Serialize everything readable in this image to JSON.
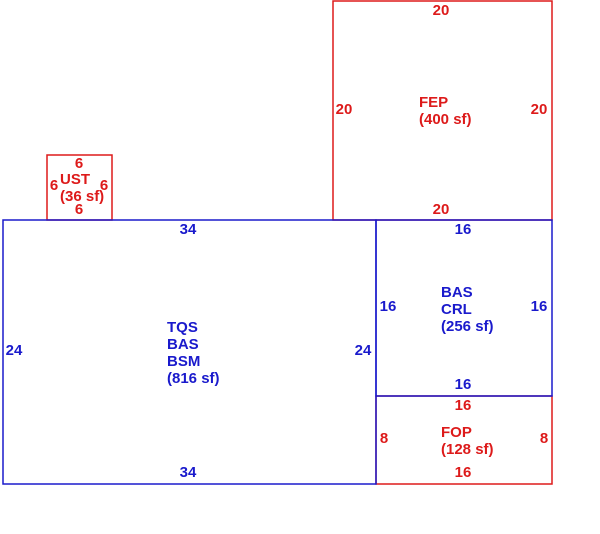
{
  "colors": {
    "blue": "#1a1acc",
    "red": "#dd1a1a"
  },
  "fep": {
    "top": "20",
    "left": "20",
    "right": "20",
    "bottom": "20",
    "name": "FEP",
    "area": "(400 sf)"
  },
  "ust": {
    "top": "6",
    "left": "6",
    "right": "6",
    "bottom": "6",
    "name": "UST",
    "area": "(36 sf)"
  },
  "main": {
    "top": "34",
    "left": "24",
    "right": "24",
    "bottom": "34",
    "line1": "TQS",
    "line2": "BAS",
    "line3": "BSM",
    "area": "(816 sf)"
  },
  "crl": {
    "top": "16",
    "left": "16",
    "right": "16",
    "bottom": "16",
    "line1": "BAS",
    "line2": "CRL",
    "area": "(256 sf)"
  },
  "fop": {
    "top": "16",
    "left": "8",
    "right": "8",
    "bottom": "16",
    "name": "FOP",
    "area": "(128 sf)"
  }
}
